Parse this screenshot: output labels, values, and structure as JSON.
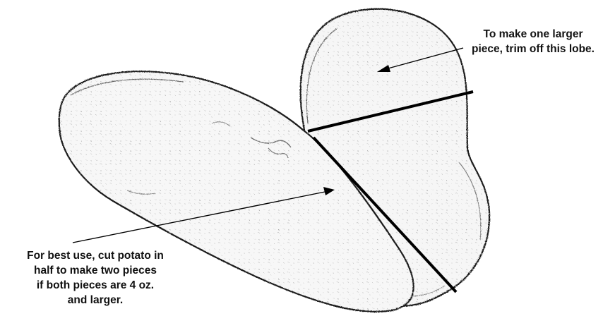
{
  "annotations": {
    "top": {
      "lines": [
        "To make one larger",
        "piece, trim off this lobe."
      ]
    },
    "bottom": {
      "lines": [
        "For best use, cut potato in",
        "half to make two pieces",
        "if both pieces are 4 oz.",
        "and larger."
      ]
    }
  },
  "colors": {
    "potato_outline": "#1a1a1a",
    "potato_fill": "#f7f7f7",
    "cut_line": "#000000",
    "text": "#111111"
  }
}
